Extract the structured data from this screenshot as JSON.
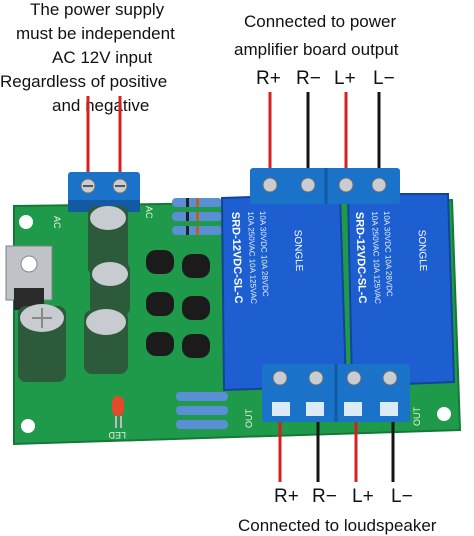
{
  "labels": {
    "power_note_line1": "The power supply",
    "power_note_line2": "must be independent",
    "power_note_line3": "AC 12V input",
    "power_note_line4": "Regardless of positive",
    "power_note_line5": "and negative",
    "top_right_line1": "Connected to power",
    "top_right_line2": "amplifier board output",
    "bottom_caption": "Connected to loudspeaker"
  },
  "top_terminals": [
    "R+",
    "R−",
    "L+",
    "L−"
  ],
  "bottom_terminals": [
    "R+",
    "R−",
    "L+",
    "L−"
  ],
  "relays": [
    {
      "brand": "SONGLE",
      "model": "SRD-12VDC-SL-C",
      "rating1": "10A 250VAC 10A 125VAC",
      "rating2": "10A 30VDC 10A 28VDC"
    },
    {
      "brand": "SONGLE",
      "model": "SRD-12VDC-SL-C",
      "rating1": "10A 250VAC 10A 125VAC",
      "rating2": "10A 30VDC 10A 28VDC"
    }
  ],
  "silkscreen": {
    "ac_left": "AC",
    "ac_right": "AC",
    "led": "LED",
    "out_left": "OUT",
    "out_right": "OUT"
  },
  "colors": {
    "pcb": "#1f9a4a",
    "relay": "#1d5fd1",
    "terminal": "#1a72c9",
    "wire_red": "#d42020",
    "wire_black": "#141414"
  }
}
